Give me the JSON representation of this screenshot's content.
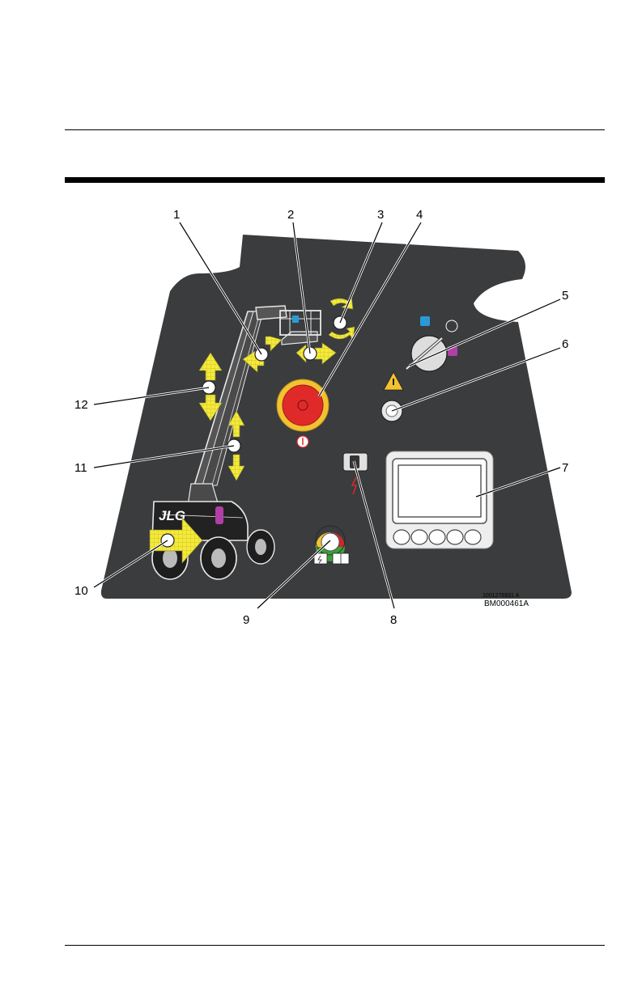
{
  "callouts": [
    "1",
    "2",
    "3",
    "4",
    "5",
    "6",
    "7",
    "8",
    "9",
    "10",
    "11",
    "12"
  ],
  "brand_logo": "JLG",
  "part_number": "1001276931 A",
  "figure_id": "BM000461A",
  "colors": {
    "panel": "#3a3c3e",
    "estop_red": "#e02a2a",
    "estop_ring": "#f2c230",
    "arrow_yellow": "#f4ea3a",
    "key_blue": "#2a9ad6",
    "key_magenta": "#b040a8",
    "display_bg": "#eeeeee"
  },
  "icons": [
    "estop-button",
    "key-switch",
    "horn-button",
    "display-screen",
    "battery-gauge",
    "lift-machine",
    "yellow-motion-arrows",
    "warning-triangle-icon",
    "lightning-icon",
    "book-icon",
    "battery-icon"
  ]
}
